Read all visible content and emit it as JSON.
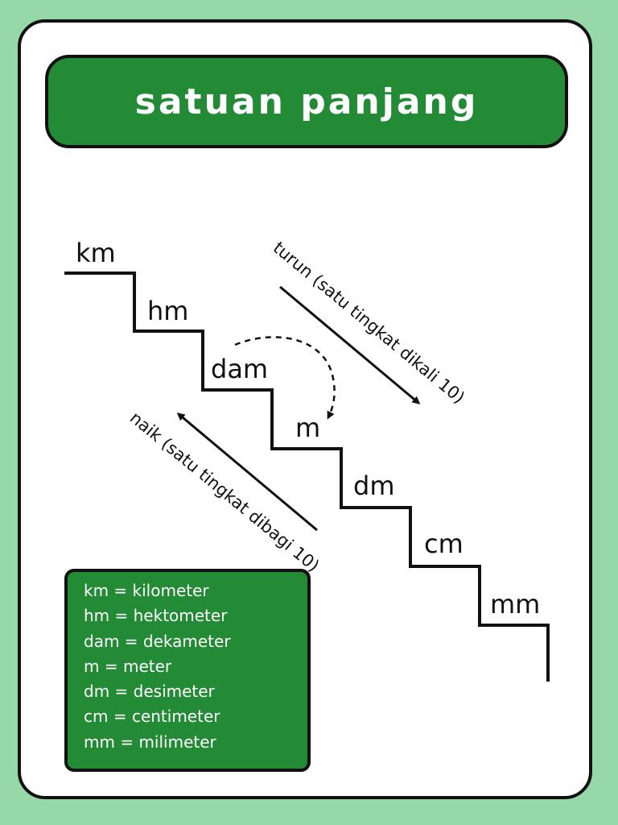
{
  "title": "satuan panjang",
  "colors": {
    "background": "#97d8a8",
    "banner": "#238a35",
    "card": "#ffffff",
    "ink": "#111111"
  },
  "steps": [
    "km",
    "hm",
    "dam",
    "m",
    "dm",
    "cm",
    "mm"
  ],
  "arrows": {
    "down_label": "turun (satu tingkat dikali 10)",
    "up_label": "naik (satu tingkat dibagi 10)",
    "curved": "dam-to-m dashed"
  },
  "legend": [
    "km = kilometer",
    "hm = hektometer",
    "dam = dekameter",
    "m = meter",
    "dm = desimeter",
    "cm = centimeter",
    "mm = milimeter"
  ]
}
